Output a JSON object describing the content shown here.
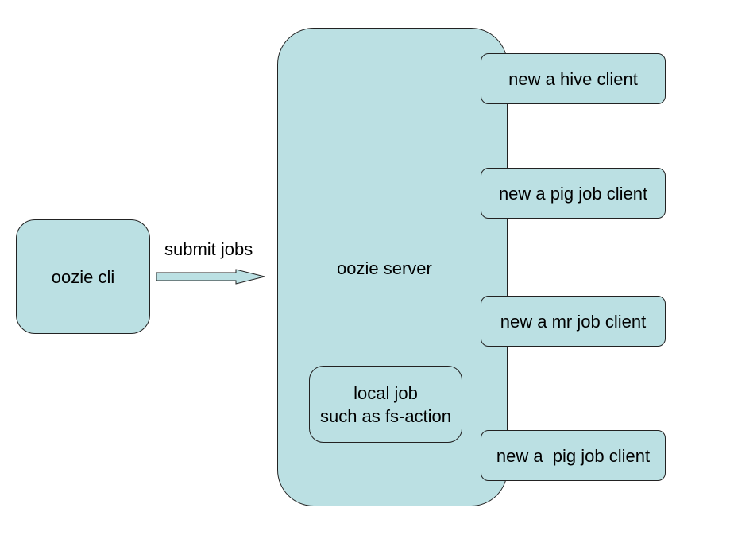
{
  "colors": {
    "fill": "#bbe0e3",
    "stroke": "#222222",
    "text": "#000000"
  },
  "cli": {
    "label": "oozie cli"
  },
  "arrow": {
    "label": "submit jobs"
  },
  "server": {
    "label": "oozie server",
    "local_job": {
      "line1": "local job",
      "line2": "such as fs-action"
    }
  },
  "clients": [
    {
      "label": "new a hive client"
    },
    {
      "label": "new a pig job client"
    },
    {
      "label": "new a mr job client"
    },
    {
      "label": "new a  pig job client"
    }
  ]
}
